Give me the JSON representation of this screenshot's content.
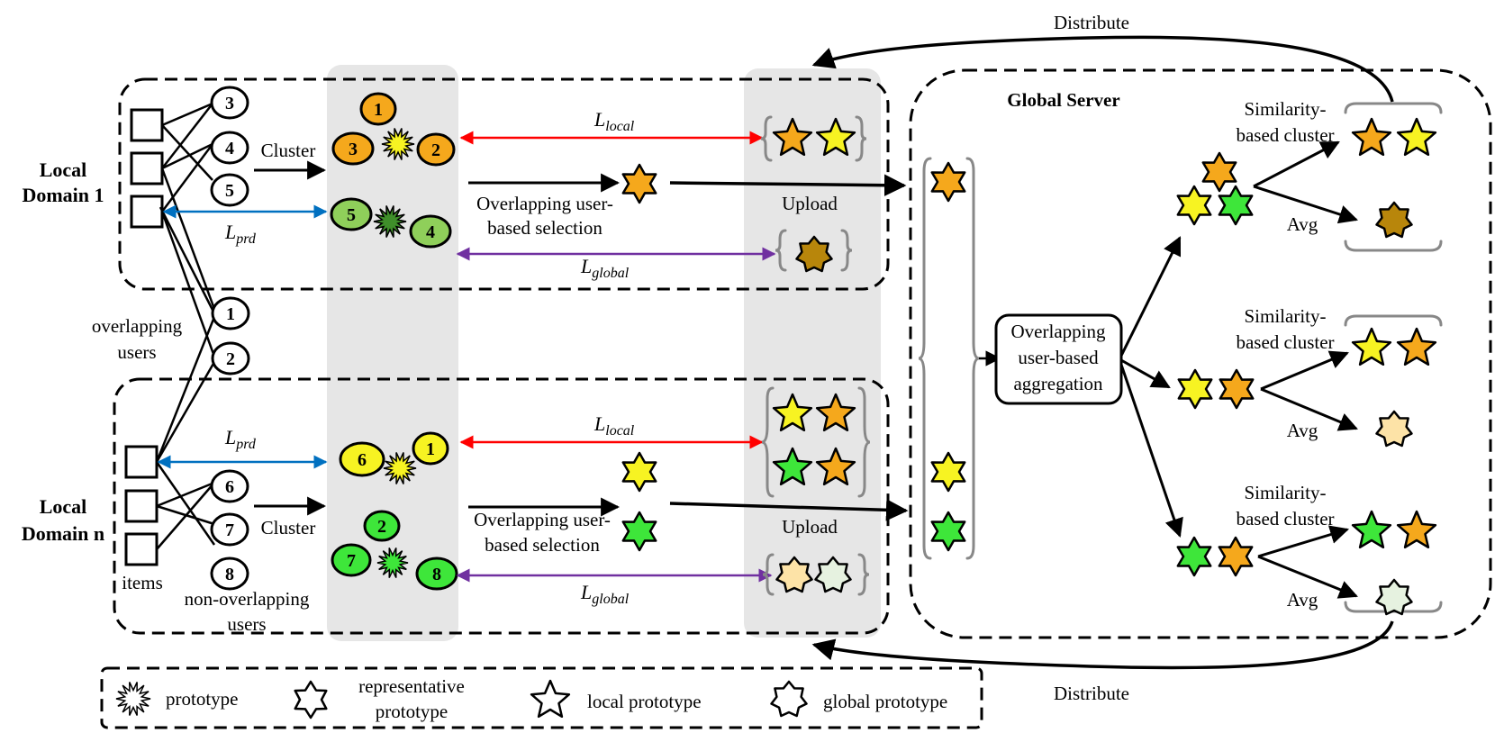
{
  "domain1": {
    "title_line1": "Local",
    "title_line2": "Domain 1",
    "cluster": "Cluster",
    "selection_line1": "Overlapping user-",
    "selection_line2": "based selection",
    "upload": "Upload",
    "user_nodes": [
      "3",
      "4",
      "5"
    ],
    "proto_group_a": [
      "1",
      "3",
      "2"
    ],
    "proto_group_b": [
      "5",
      "4"
    ]
  },
  "domainN": {
    "title_line1": "Local",
    "title_line2": "Domain n",
    "cluster": "Cluster",
    "selection_line1": "Overlapping user-",
    "selection_line2": "based selection",
    "upload": "Upload",
    "user_nodes": [
      "6",
      "7",
      "8"
    ],
    "proto_group_a": [
      "6",
      "1"
    ],
    "proto_group_b": [
      "2",
      "7",
      "8"
    ]
  },
  "losses": {
    "local_base": "L",
    "local_sub": "local",
    "global_base": "L",
    "global_sub": "global",
    "prd_base": "L",
    "prd_sub": "prd"
  },
  "overlap": {
    "label_line1": "overlapping",
    "label_line2": "users",
    "nodes": [
      "1",
      "2"
    ]
  },
  "items_label": "items",
  "nonoverlap_line1": "non-overlapping",
  "nonoverlap_line2": "users",
  "server": {
    "title": "Global Server",
    "agg_line1": "Overlapping",
    "agg_line2": "user-based",
    "agg_line3": "aggregation",
    "sim_line1": "Similarity-",
    "sim_line2": "based cluster",
    "avg": "Avg"
  },
  "distribute_top": "Distribute",
  "distribute_bottom": "Distribute",
  "legend": {
    "prototype": "prototype",
    "rep_line1": "representative",
    "rep_line2": "prototype",
    "local": "local prototype",
    "global": "global prototype"
  },
  "colors": {
    "orange": "#f5a81c",
    "yellow": "#f7f322",
    "green": "#3ee63a",
    "light_green": "#8fcf5a",
    "dark_gold": "#b8860b",
    "peach": "#fde3a7",
    "mint": "#e6f2e0",
    "red": "#ff0000",
    "blue": "#0070c0",
    "purple": "#7030a0",
    "panel": "#e6e6e6",
    "bracket": "#888888"
  }
}
